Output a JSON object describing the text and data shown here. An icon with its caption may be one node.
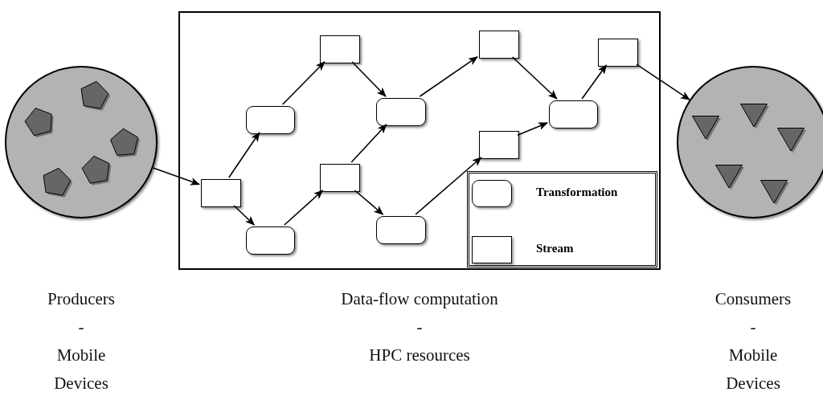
{
  "diagram": {
    "nodes": [
      {
        "text": [],
        "shape": "circle",
        "beside": [
          "Producers",
          "-",
          "Mobile Devices"
        ]
      },
      {
        "text": [],
        "shape": "box",
        "beside": [
          "Data-flow computation",
          "-",
          "HPC resources"
        ]
      },
      {
        "text": [],
        "shape": "circle",
        "beside": [
          "Consumers",
          "-",
          "Mobile Devices"
        ]
      },
      {
        "text": [],
        "shape": "box",
        "in": 1
      },
      {
        "text": [],
        "shape": "rounded",
        "in": 1
      },
      {
        "text": [],
        "shape": "rounded",
        "in": 1
      },
      {
        "text": [],
        "shape": "box",
        "in": 1
      },
      {
        "text": [],
        "shape": "box",
        "in": 1
      },
      {
        "text": [],
        "shape": "rounded",
        "in": 1
      },
      {
        "text": [],
        "shape": "rounded",
        "in": 1
      },
      {
        "text": [],
        "shape": "box",
        "in": 1
      },
      {
        "text": [],
        "shape": "box",
        "in": 1
      },
      {
        "text": [],
        "shape": "rounded",
        "in": 1
      },
      {
        "text": [],
        "shape": "box",
        "in": 1
      }
    ],
    "edges": [
      {
        "from": 0,
        "to": 3,
        "arrow": "to"
      },
      {
        "from": 3,
        "to": 4,
        "arrow": "to"
      },
      {
        "from": 3,
        "to": 5,
        "arrow": "to"
      },
      {
        "from": 4,
        "to": 6,
        "arrow": "to"
      },
      {
        "from": 5,
        "to": 7,
        "arrow": "to"
      },
      {
        "from": 6,
        "to": 8,
        "arrow": "to"
      },
      {
        "from": 7,
        "to": 8,
        "arrow": "to"
      },
      {
        "from": 7,
        "to": 9,
        "arrow": "to"
      },
      {
        "from": 8,
        "to": 10,
        "arrow": "to"
      },
      {
        "from": 9,
        "to": 11,
        "arrow": "to"
      },
      {
        "from": 10,
        "to": 12,
        "arrow": "to"
      },
      {
        "from": 11,
        "to": 12,
        "arrow": "to"
      },
      {
        "from": 12,
        "to": 13,
        "arrow": "to"
      },
      {
        "from": 13,
        "to": 2,
        "arrow": "to"
      }
    ],
    "legend": [
      {
        "text": "Transformation"
      },
      {
        "text": "Stream"
      }
    ]
  }
}
